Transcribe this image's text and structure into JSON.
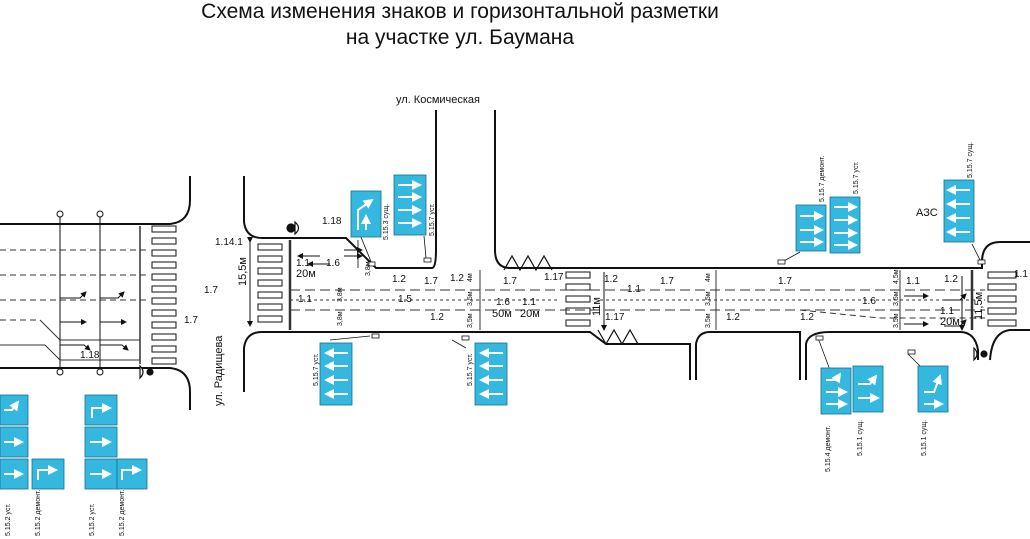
{
  "title": {
    "line1": "Схема изменения знаков и горизонтальной разметки",
    "line2": "на участке ул. Баумана"
  },
  "streets": {
    "kosmicheskaya": "ул. Космическая",
    "radishcheva": "ул. Радищева",
    "azs": "АЗС"
  },
  "markings": {
    "m_1_14_1": "1.14.1",
    "m_1_18_a": "1.18",
    "m_1_18_b": "1.18",
    "m_1_1": "1.1",
    "m_1_2": "1.2",
    "m_1_5": "1.5",
    "m_1_6": "1.6",
    "m_1_7": "1.7",
    "m_1_17": "1.17"
  },
  "dimensions": {
    "w15_5": "15,5м",
    "w11": "11м",
    "w11_5": "11,5м",
    "len20": "20м",
    "len50": "50м",
    "w3_8": "3,8м",
    "w3_5": "3,5м",
    "w4": "4м",
    "w4_5": "4,5м"
  },
  "signs": {
    "s5_15_3_sush": "5.15.3 сущ.",
    "s5_15_7_ust": "5.15.7 уст.",
    "s5_15_7_demont": "5.15.7 демонт.",
    "s5_15_7_sush": "5.15.7 сущ.",
    "s5_15_4_demont": "5.15.4 демонт.",
    "s5_15_1_sush": "5.15.1 сущ.",
    "s5_15_2_ust": "5.15.2 уст.",
    "s5_15_2_demont": "5.15.2 демонт."
  },
  "colors": {
    "sign_blue": "#34b8e0",
    "line": "#111111"
  }
}
